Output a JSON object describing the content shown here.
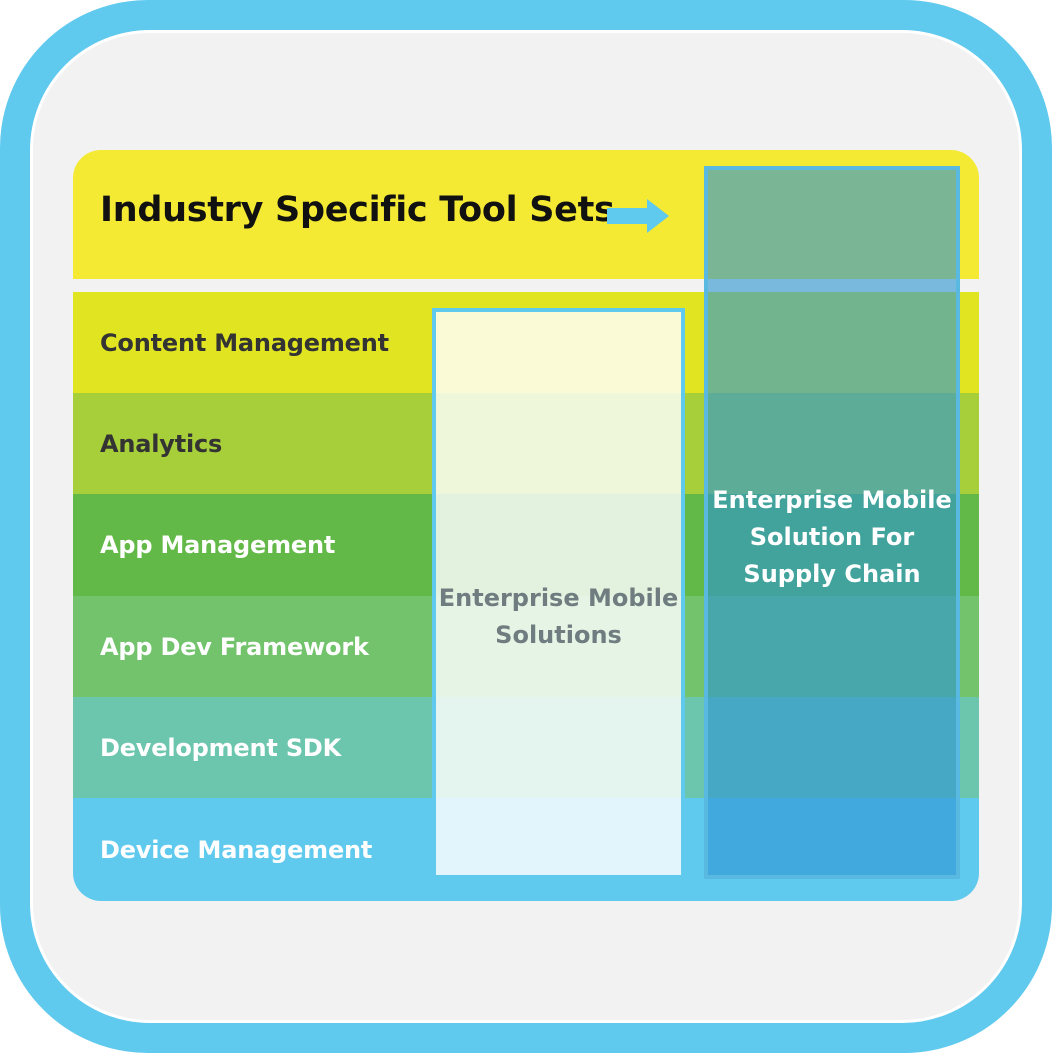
{
  "header": {
    "title": "Industry Specific Tool Sets"
  },
  "layers": [
    {
      "label": "Content Management",
      "color": "#e0e421",
      "text_color": "#333333"
    },
    {
      "label": "Analytics",
      "color": "#a7cf3a",
      "text_color": "#333333"
    },
    {
      "label": "App Management",
      "color": "#63b947",
      "text_color": "#ffffff"
    },
    {
      "label": "App Dev Framework",
      "color": "#72c36b",
      "text_color": "#ffffff"
    },
    {
      "label": "Development SDK",
      "color": "#6cc5ad",
      "text_color": "#ffffff"
    },
    {
      "label": "Device Management",
      "color": "#5fc9ee",
      "text_color": "#ffffff"
    }
  ],
  "columns": {
    "general": {
      "label_lines": [
        "Enterprise Mobile",
        "Solutions"
      ]
    },
    "supply_chain": {
      "label_lines": [
        "Enterprise Mobile",
        "Solution For",
        "Supply Chain"
      ]
    }
  },
  "colors": {
    "frame": "#5fc9ee",
    "header": "#f4ea33",
    "arrow": "#5fc9ee"
  }
}
